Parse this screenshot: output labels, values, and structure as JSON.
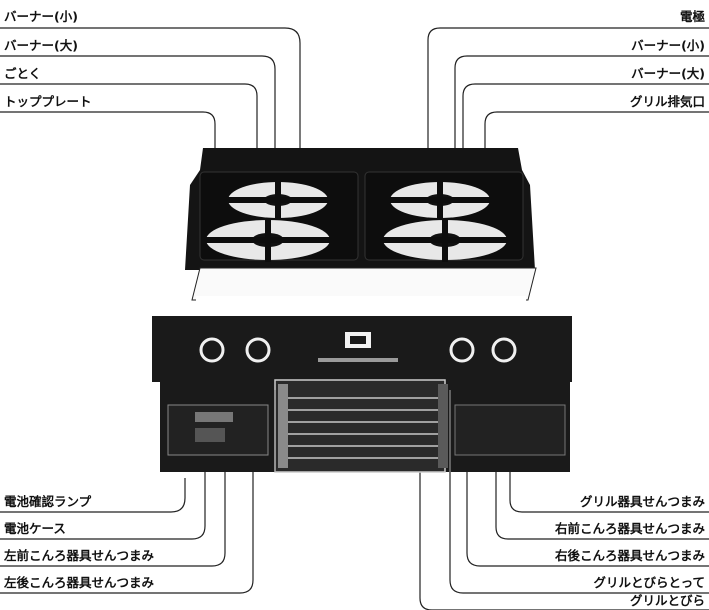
{
  "labels": {
    "top_left": [
      "バーナー(小)",
      "バーナー(大)",
      "ごとく",
      "トッププレート"
    ],
    "top_right": [
      "電極",
      "バーナー(小)",
      "バーナー(大)",
      "グリル排気口"
    ],
    "bottom_left": [
      "電池確認ランプ",
      "電池ケース",
      "左前こんろ器具せんつまみ",
      "左後こんろ器具せんつまみ"
    ],
    "bottom_right": [
      "グリル器具せんつまみ",
      "右前こんろ器具せんつまみ",
      "右後こんろ器具せんつまみ",
      "グリルとびらとって",
      "グリルとびら"
    ]
  },
  "colors": {
    "ink": "#111111",
    "panel": "#1a1a1a",
    "grate": "#0d0d0d",
    "paper": "#ffffff"
  }
}
